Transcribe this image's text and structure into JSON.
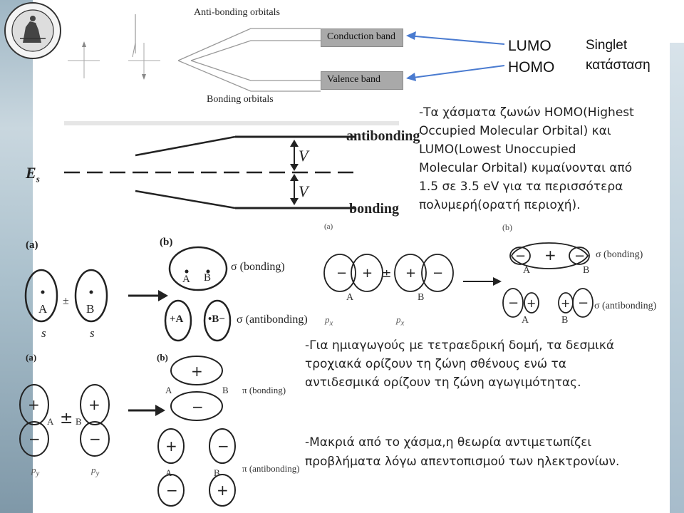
{
  "band_diagram": {
    "anti_bonding": "Anti-bonding orbitals",
    "conduction": "Conduction band",
    "valence": "Valence band",
    "bonding": "Bonding orbitals"
  },
  "header_labels": {
    "lumo": "LUMO",
    "homo": "HOMO",
    "singlet_1": "Singlet",
    "singlet_2": "κατάσταση"
  },
  "energy_diagram": {
    "antibonding": "antibonding",
    "bonding": "bonding",
    "es": "E",
    "es_sub": "s",
    "v": "V",
    "a_mark": "(a)",
    "b_mark": "(b)"
  },
  "text_blocks": {
    "gap": [
      "-Τα χάσματα ζωνών HOMO(Highest",
      "Occupied Molecular Orbital) και",
      "LUMO(Lowest Unoccupied",
      "Molecular Orbital)  κυμαίνονται από",
      "1.5 σε 3.5 eV για τα περισσότερα",
      "πολυμερή(ορατή περιοχή)."
    ],
    "semiconductor": [
      "-Για ημιαγωγούς με τετραεδρική δομή, τα δεσμικά",
      "τροχιακά ορίζουν τη ζώνη σθένους ενώ τα",
      "αντιδεσμικά ορίζουν τη ζώνη αγωγιμότητας."
    ],
    "far": [
      "-Μακριά από το χάσμα,η θεωρία αντιμετωπίζει",
      "προβλήματα λόγω απεντοπισμού των ηλεκτρονίων."
    ]
  },
  "s_orbitals": {
    "a": "(a)",
    "b": "(b)",
    "A": "A",
    "B": "B",
    "s": "s",
    "pm": "±",
    "sigma_b": "σ (bonding)",
    "sigma_ab": "σ (antibonding)",
    "pA": "+A",
    "mB": "•B−"
  },
  "px_orbitals": {
    "b": "(b)",
    "A": "A",
    "B": "B",
    "px": "p",
    "px_sub": "x",
    "sigma_b": "σ (bonding)",
    "sigma_ab": "σ (antibonding)"
  },
  "py_orbitals": {
    "a": "(a)",
    "b": "(b)",
    "A": "A",
    "B": "B",
    "py": "p",
    "py_sub": "y",
    "pi_b": "π (bonding)",
    "pi_ab": "π (antibonding)"
  }
}
